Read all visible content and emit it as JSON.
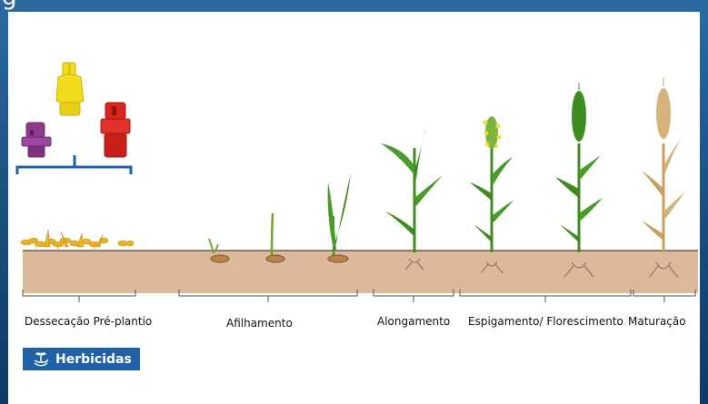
{
  "title_fragment": "g",
  "stages": [
    {
      "label": "Dessecação Pré-plantio"
    },
    {
      "label": "Afilhamento"
    },
    {
      "label": "Alongamento"
    },
    {
      "label": "Espigamento/ Florescimento"
    },
    {
      "label": "Maturação"
    }
  ],
  "badge": {
    "label": "Herbicidas",
    "icon": "plant-hand-icon"
  },
  "nozzles": [
    {
      "color": "#f2dc1c"
    },
    {
      "color": "#8e3a8f"
    },
    {
      "color": "#d8261f"
    }
  ],
  "colors": {
    "soil": "#dbb99a",
    "leaf": "#4a9c2a",
    "mature": "#d6b37a",
    "weed": "#e5b427",
    "bracket": "#1f62a8"
  }
}
